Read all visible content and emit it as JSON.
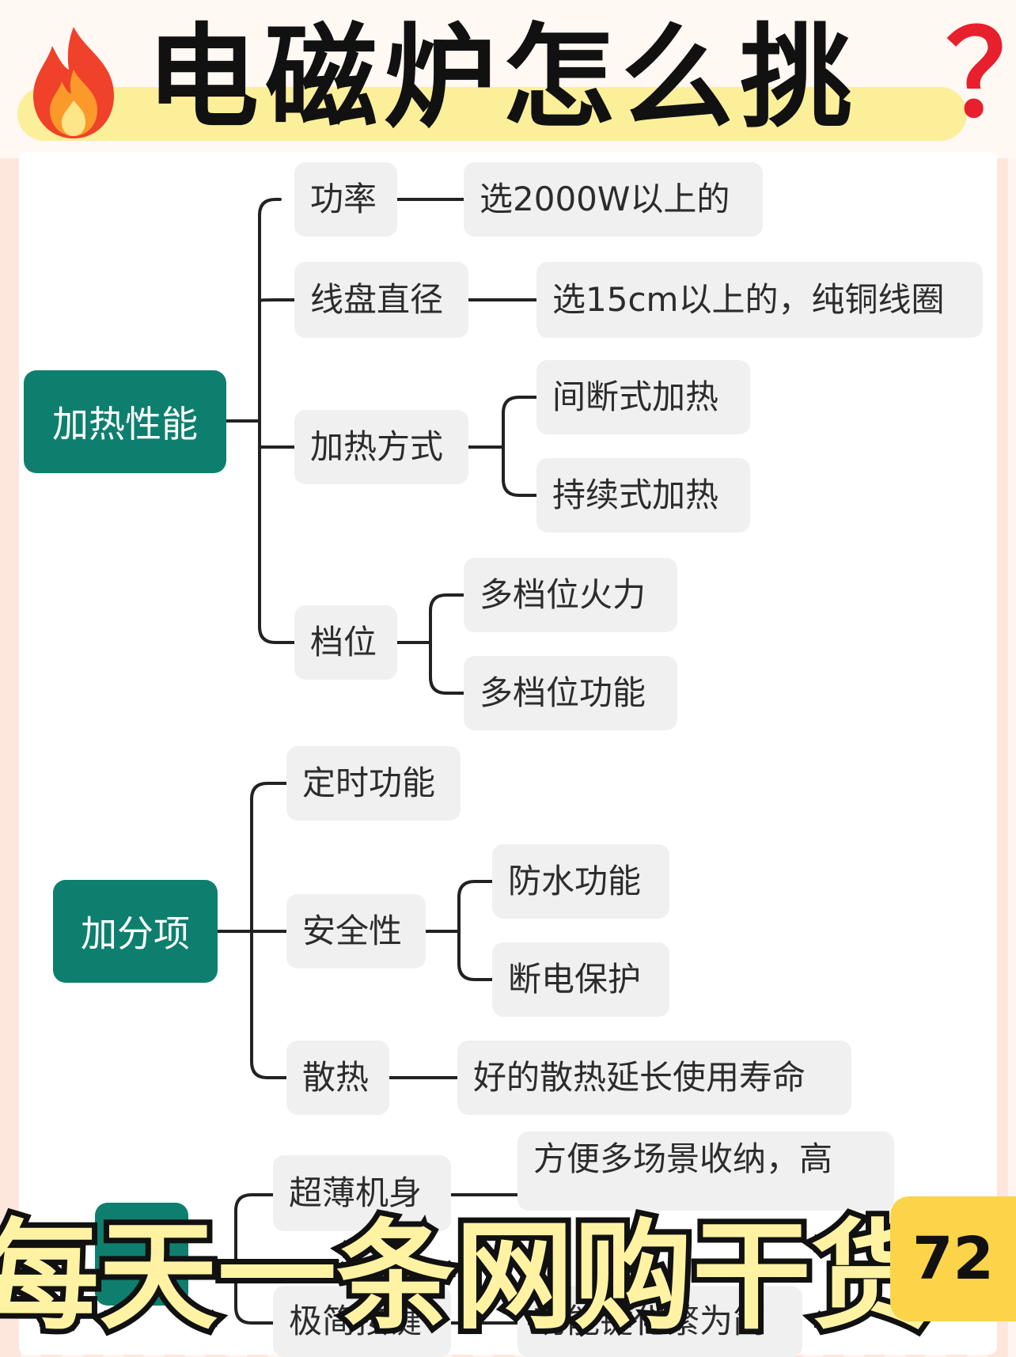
{
  "title": {
    "text": "电磁炉怎么挑",
    "qmark": "？",
    "icon": "fire-icon"
  },
  "colors": {
    "category_bg": "#0e7f6e",
    "node_bg": "#f0f0f0",
    "banner_text": "#fff3a3",
    "badge_bg": "#fcd44a",
    "qmark": "#e81f2d"
  },
  "heating": {
    "label": "加热性能",
    "power": {
      "label": "功率",
      "detail": "选2000W以上的"
    },
    "coil": {
      "label": "线盘直径",
      "detail": "选15cm以上的，纯铜线圈"
    },
    "method": {
      "label": "加热方式",
      "opt1": "间断式加热",
      "opt2": "持续式加热"
    },
    "gear": {
      "label": "档位",
      "opt1": "多档位火力",
      "opt2": "多档位功能"
    }
  },
  "bonus": {
    "label": "加分项",
    "timer": {
      "label": "定时功能"
    },
    "safety": {
      "label": "安全性",
      "opt1": "防水功能",
      "opt2": "断电保护"
    },
    "heat": {
      "label": "散热",
      "detail": "好的散热延长使用寿命"
    }
  },
  "partial": {
    "thin": {
      "label": "超薄机身",
      "detail": "方便多场景收纳，高"
    },
    "simple": {
      "label": "极简按键",
      "detail": "功能键化繁为简"
    }
  },
  "banner": {
    "text": "每天一条网购干货",
    "number": "72"
  }
}
